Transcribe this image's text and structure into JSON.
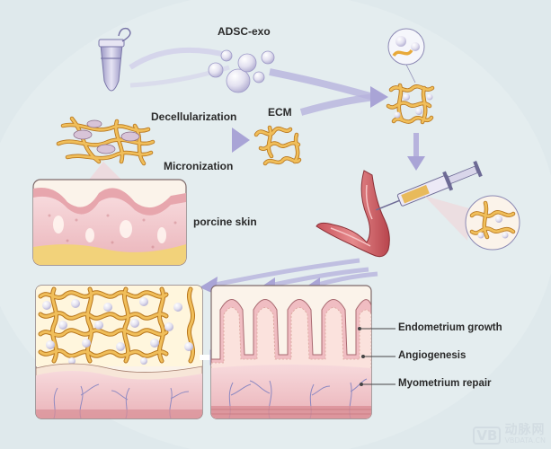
{
  "labels": {
    "adsc_exo": "ADSC-exo",
    "decellularization": "Decellularization",
    "micronization": "Micronization",
    "ecm": "ECM",
    "porcine_skin": "porcine skin",
    "endometrium_growth": "Endometrium growth",
    "angiogenesis": "Angiogenesis",
    "myometrium_repair": "Myometrium repair"
  },
  "watermark": {
    "mark": "VB",
    "chinese": "动脉网",
    "url": "VBDATA.CN"
  },
  "colors": {
    "background": "#dfe9ec",
    "fiber": "#e8a93a",
    "fiber_outline": "#b8761c",
    "exosome": "#e4e2f0",
    "tissue_pink": "#f2cdd0",
    "tissue_dark": "#d98f96",
    "arrow": "#b7b3dd"
  }
}
